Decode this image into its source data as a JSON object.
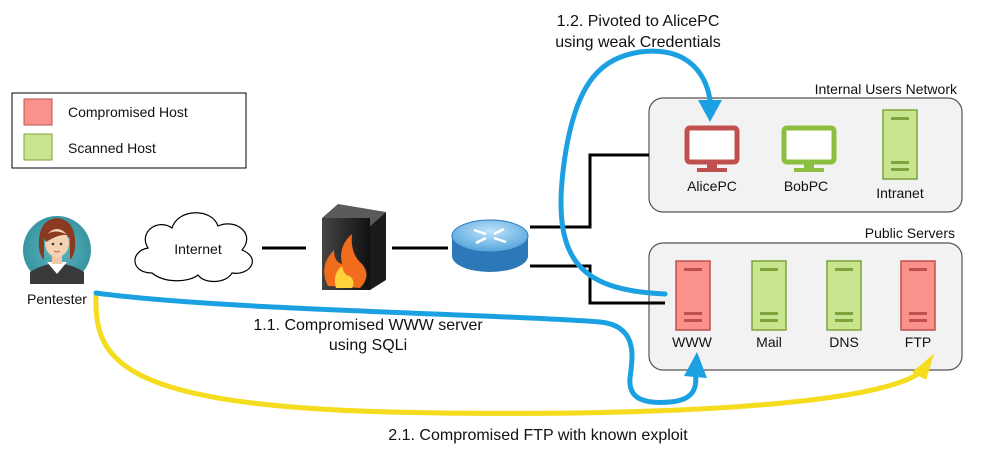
{
  "legend": {
    "compromised": {
      "label": "Compromised Host",
      "color": "#f8928a"
    },
    "scanned": {
      "label": "Scanned Host",
      "color": "#c9e48f"
    }
  },
  "pentester": {
    "label": "Pentester"
  },
  "internet": {
    "label": "Internet"
  },
  "groups": {
    "internal": {
      "title": "Internal Users Network",
      "hosts": {
        "alice": {
          "label": "AlicePC",
          "status": "compromised",
          "icon": "monitor-icon"
        },
        "bob": {
          "label": "BobPC",
          "status": "scanned",
          "icon": "monitor-icon"
        },
        "intranet": {
          "label": "Intranet",
          "status": "scanned",
          "icon": "server-icon"
        }
      }
    },
    "public": {
      "title": "Public Servers",
      "hosts": {
        "www": {
          "label": "WWW",
          "status": "compromised",
          "icon": "server-icon"
        },
        "mail": {
          "label": "Mail",
          "status": "scanned",
          "icon": "server-icon"
        },
        "dns": {
          "label": "DNS",
          "status": "scanned",
          "icon": "server-icon"
        },
        "ftp": {
          "label": "FTP",
          "status": "compromised",
          "icon": "server-icon"
        }
      }
    }
  },
  "annotations": {
    "pivot": {
      "line1": "1.2. Pivoted to AlicePC",
      "line2": "using weak Credentials"
    },
    "www": {
      "line1": "1.1. Compromised WWW server",
      "line2": "using SQLi"
    },
    "ftp": {
      "line1": "2.1. Compromised FTP with known exploit"
    }
  },
  "colors": {
    "blue_path": "#1ba1e2",
    "yellow_path": "#f5dc1e",
    "compromised_stroke": "#c0504d",
    "scanned_stroke": "#7ea43a",
    "group_fill": "#f2f2f2",
    "group_stroke": "#555555"
  }
}
